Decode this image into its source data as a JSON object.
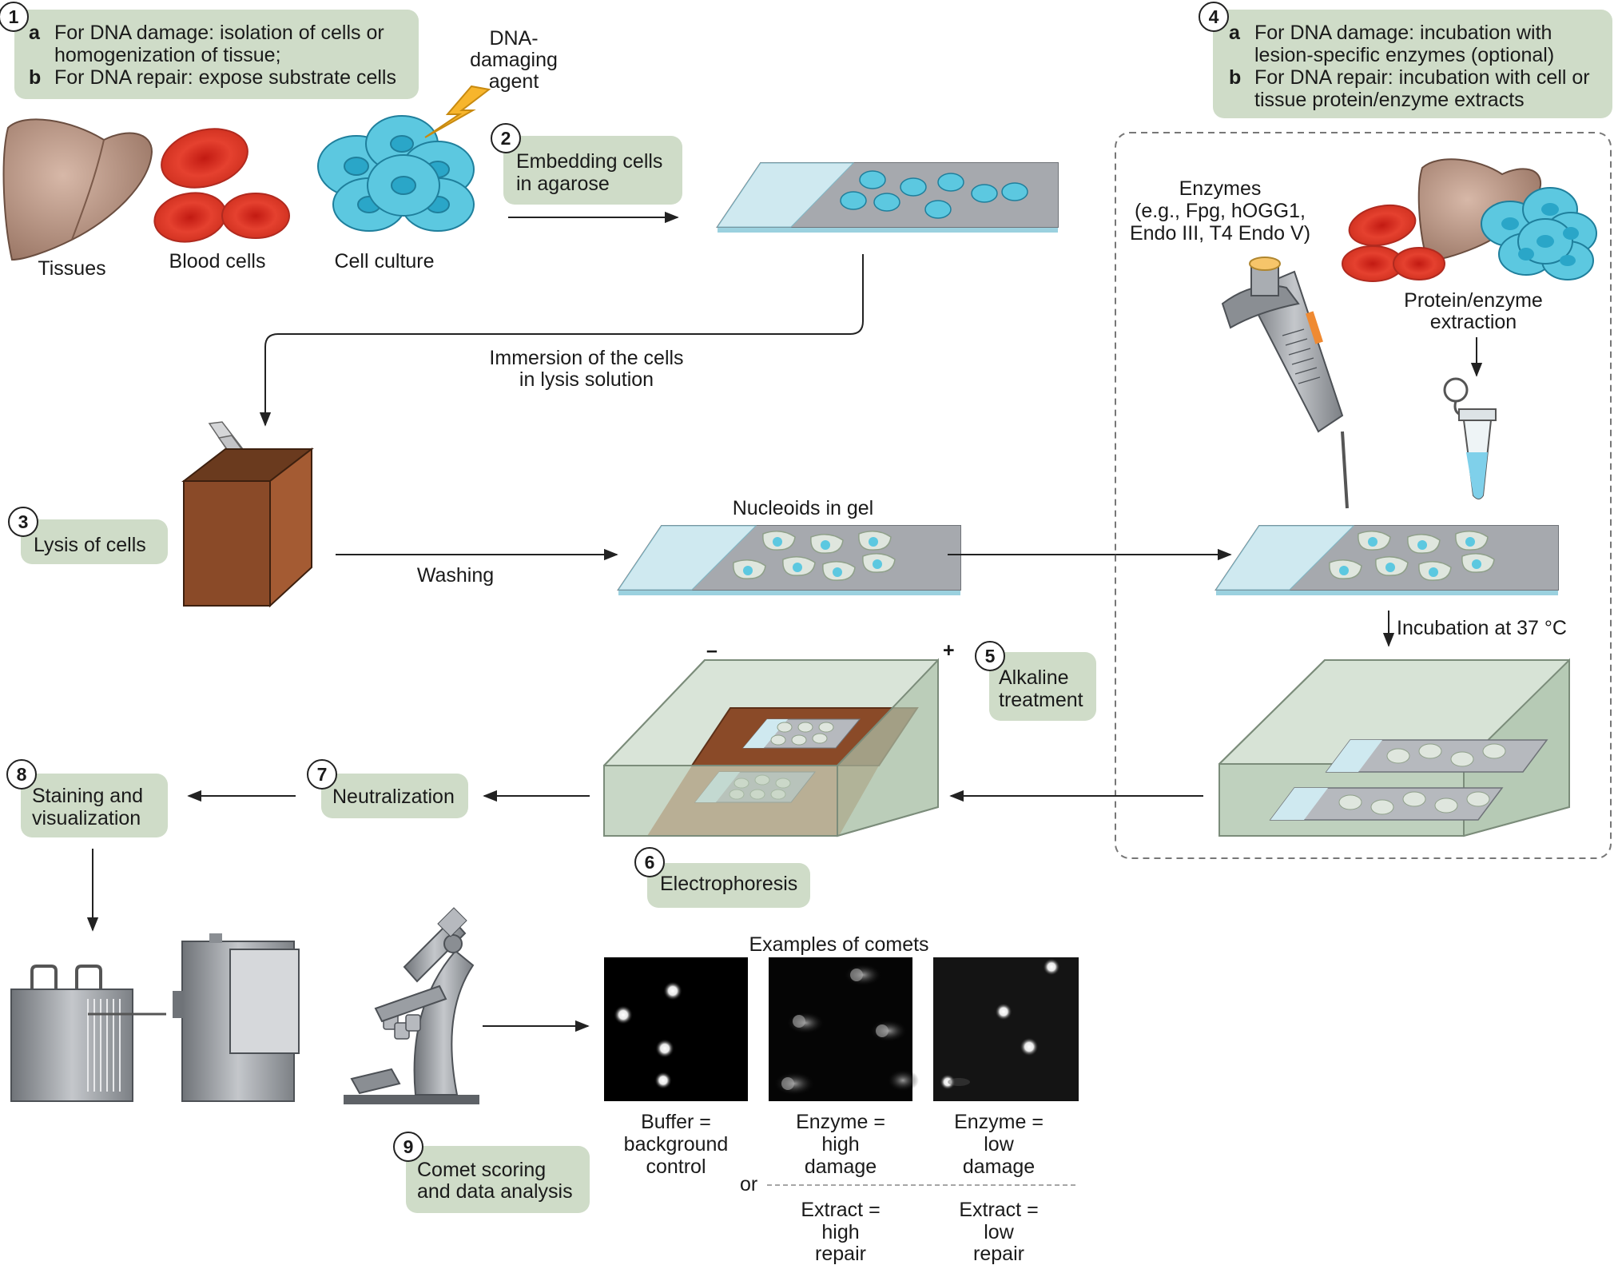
{
  "step1": {
    "number": "1",
    "a_letter": "a",
    "a_line1": "For DNA damage: isolation of cells or",
    "a_line2": "homogenization of tissue;",
    "b_letter": "b",
    "b_line1": "For DNA repair: expose substrate cells",
    "sources": [
      "Tissues",
      "Blood cells",
      "Cell culture"
    ]
  },
  "agent": {
    "line1": "DNA-",
    "line2": "damaging",
    "line3": "agent"
  },
  "step2": {
    "number": "2",
    "line1": "Embedding cells",
    "line2": "in agarose"
  },
  "immersion": {
    "line1": "Immersion of the cells",
    "line2": "in lysis solution"
  },
  "step3": {
    "number": "3",
    "label": "Lysis of cells"
  },
  "washing": "Washing",
  "nucleoids": "Nucleoids in gel",
  "step4": {
    "number": "4",
    "a_letter": "a",
    "a_line1": "For DNA damage: incubation with",
    "a_line2": "lesion-specific enzymes (optional)",
    "b_letter": "b",
    "b_line1": "For DNA repair: incubation with cell or",
    "b_line2": "tissue protein/enzyme extracts",
    "enzymes_line1": "Enzymes",
    "enzymes_line2": "(e.g., Fpg, hOGG1,",
    "enzymes_line3": "Endo III, T4 Endo V)",
    "extraction_line1": "Protein/enzyme",
    "extraction_line2": "extraction",
    "incubation": "Incubation at 37 °C"
  },
  "step5": {
    "number": "5",
    "line1": "Alkaline",
    "line2": "treatment",
    "minus": "–",
    "plus": "+"
  },
  "step6": {
    "number": "6",
    "label": "Electrophoresis"
  },
  "step7": {
    "number": "7",
    "label": "Neutralization"
  },
  "step8": {
    "number": "8",
    "line1": "Staining and",
    "line2": "visualization"
  },
  "step9": {
    "number": "9",
    "line1": "Comet scoring",
    "line2": "and data analysis"
  },
  "comets": {
    "title": "Examples of comets",
    "panels": [
      {
        "line1": "Buffer =",
        "line2": "background",
        "line3": "control"
      },
      {
        "line1": "Enzyme =",
        "line2": "high",
        "line3": "damage",
        "alt1": "Extract =",
        "alt2": "high",
        "alt3": "repair"
      },
      {
        "line1": "Enzyme =",
        "line2": "low",
        "line3": "damage",
        "alt1": "Extract =",
        "alt2": "low",
        "alt3": "repair"
      }
    ],
    "or": "or"
  },
  "colors": {
    "label_box": "#cfdcc8",
    "cell_blue": "#4fc3dc",
    "blood_red": "#e03c2e",
    "liver": "#b08a78",
    "box_brown": "#8a4a28",
    "tank_green": "#c9d9c8",
    "slide_gray": "#b9bcc1"
  }
}
